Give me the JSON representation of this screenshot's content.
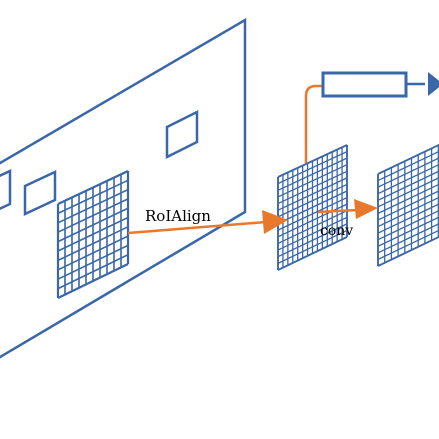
{
  "labels": {
    "roialign": "RoIAlign",
    "conv": "conv"
  },
  "colors": {
    "blue": "#3a67a8",
    "orange": "#e8782c",
    "background": "#ffffff"
  },
  "grids": {
    "feature_map_roi": {
      "rows": 10,
      "cols": 10
    },
    "roi_feature": {
      "rows": 14,
      "cols": 14
    },
    "conv_output": {
      "rows": 14,
      "cols": 10
    }
  }
}
